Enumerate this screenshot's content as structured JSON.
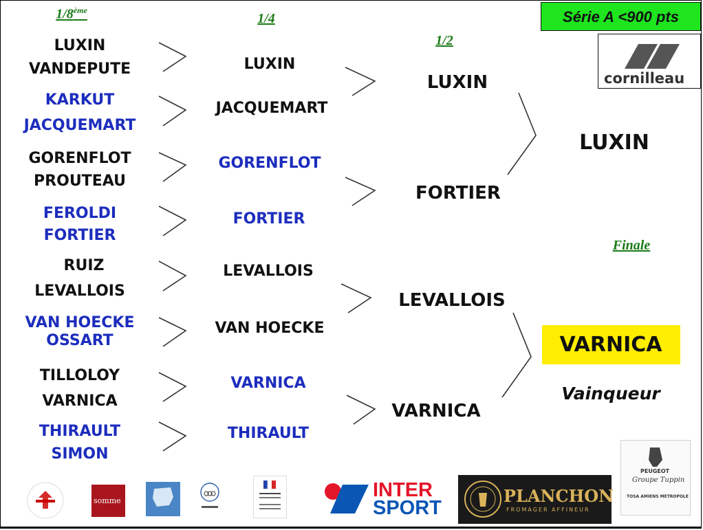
{
  "headers": {
    "r16": "1/8",
    "r16_sup": "ème",
    "qf": "1/4",
    "sf": "1/2",
    "final": "Finale"
  },
  "series_label": "Série A  <900 pts",
  "round_of_16": [
    {
      "p1": "LUXIN",
      "p2": "VANDEPUTE",
      "color": "#111111"
    },
    {
      "p1": "KARKUT",
      "p2": "JACQUEMART",
      "color": "#1c2dbd"
    },
    {
      "p1": "GORENFLOT",
      "p2": "PROUTEAU",
      "color": "#111111"
    },
    {
      "p1": "FEROLDI",
      "p2": "FORTIER",
      "color": "#1c2dbd"
    },
    {
      "p1": "RUIZ",
      "p2": "LEVALLOIS",
      "color": "#111111"
    },
    {
      "p1": "VAN HOECKE",
      "p2": "OSSART",
      "color": "#1c2dbd"
    },
    {
      "p1": "TILLOLOY",
      "p2": "VARNICA",
      "color": "#111111"
    },
    {
      "p1": "THIRAULT",
      "p2": "SIMON",
      "color": "#1c2dbd"
    }
  ],
  "quarter_finals": [
    {
      "name": "LUXIN",
      "color": "#111111"
    },
    {
      "name": "JACQUEMART",
      "color": "#111111"
    },
    {
      "name": "GORENFLOT",
      "color": "#1c2dbd"
    },
    {
      "name": "FORTIER",
      "color": "#1c2dbd"
    },
    {
      "name": "LEVALLOIS",
      "color": "#111111"
    },
    {
      "name": "VAN HOECKE",
      "color": "#111111"
    },
    {
      "name": "VARNICA",
      "color": "#1c2dbd"
    },
    {
      "name": "THIRAULT",
      "color": "#1c2dbd"
    }
  ],
  "semi_finals": [
    "LUXIN",
    "FORTIER",
    "LEVALLOIS",
    "VARNICA"
  ],
  "finalists": [
    "LUXIN"
  ],
  "champion": "VARNICA",
  "champion_label": "Vainqueur",
  "champion_highlight": "#ffee00",
  "series_color": "#1ee51e",
  "sponsors": {
    "brand": "cornilleau",
    "intersport_1": "INTER",
    "intersport_2": "SPORT",
    "planchon": "PLANCHON",
    "planchon_sub": "FROMAGER AFFINEUR",
    "somme": "somme",
    "peugeot": "PEUGEOT",
    "peugeot_group": "Groupe Tuppin",
    "tosa": "TOSA AMIENS METROPOLE"
  }
}
